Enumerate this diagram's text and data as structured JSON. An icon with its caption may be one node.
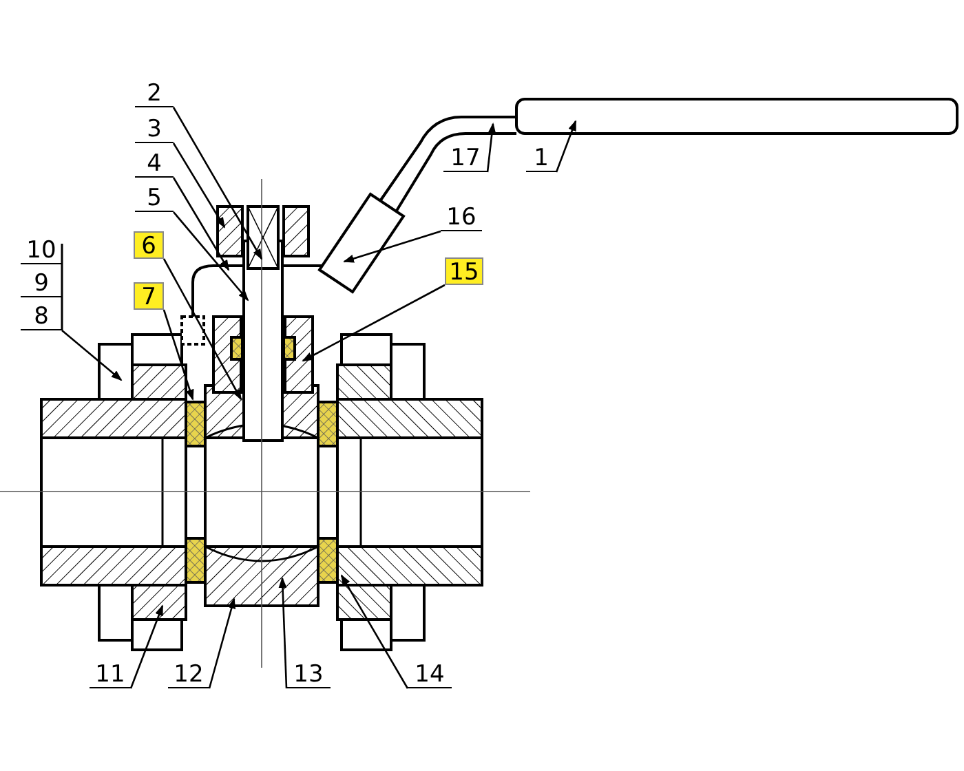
{
  "diagram": {
    "nodes": [
      {
        "text": [
          "2"
        ]
      },
      {
        "text": [
          "17"
        ]
      },
      {
        "text": [
          "1"
        ]
      },
      {
        "text": [
          "3"
        ]
      },
      {
        "text": [
          "4"
        ]
      },
      {
        "text": [
          "5"
        ]
      },
      {
        "text": [
          "16"
        ]
      },
      {
        "text": [
          "6"
        ]
      },
      {
        "text": [
          "15"
        ]
      },
      {
        "text": [
          "7"
        ]
      },
      {
        "text": [
          "8"
        ]
      },
      {
        "text": [
          "11"
        ]
      },
      {
        "text": [
          "12"
        ]
      },
      {
        "text": [
          "13"
        ]
      },
      {
        "text": [
          "14"
        ]
      }
    ],
    "edges": [
      {
        "from": 0,
        "to": null,
        "arrow": "to"
      },
      {
        "from": 1,
        "to": null,
        "arrow": "to"
      },
      {
        "from": 2,
        "to": null,
        "arrow": "to"
      },
      {
        "from": 3,
        "to": null,
        "arrow": "to"
      },
      {
        "from": 4,
        "to": null,
        "arrow": "to"
      },
      {
        "from": 5,
        "to": null,
        "arrow": "to"
      },
      {
        "from": 6,
        "to": null,
        "arrow": "to"
      },
      {
        "from": 7,
        "to": null,
        "arrow": "to"
      },
      {
        "from": 8,
        "to": null,
        "arrow": "to"
      },
      {
        "from": 9,
        "to": null,
        "arrow": "to"
      },
      {
        "from": 10,
        "to": null,
        "arrow": "to"
      },
      {
        "from": 11,
        "to": null,
        "arrow": "to"
      },
      {
        "from": 12,
        "to": null,
        "arrow": "to"
      },
      {
        "from": 13,
        "to": null,
        "arrow": "to"
      },
      {
        "from": 14,
        "to": null,
        "arrow": "to"
      }
    ],
    "labels": [
      "10",
      "9"
    ]
  }
}
